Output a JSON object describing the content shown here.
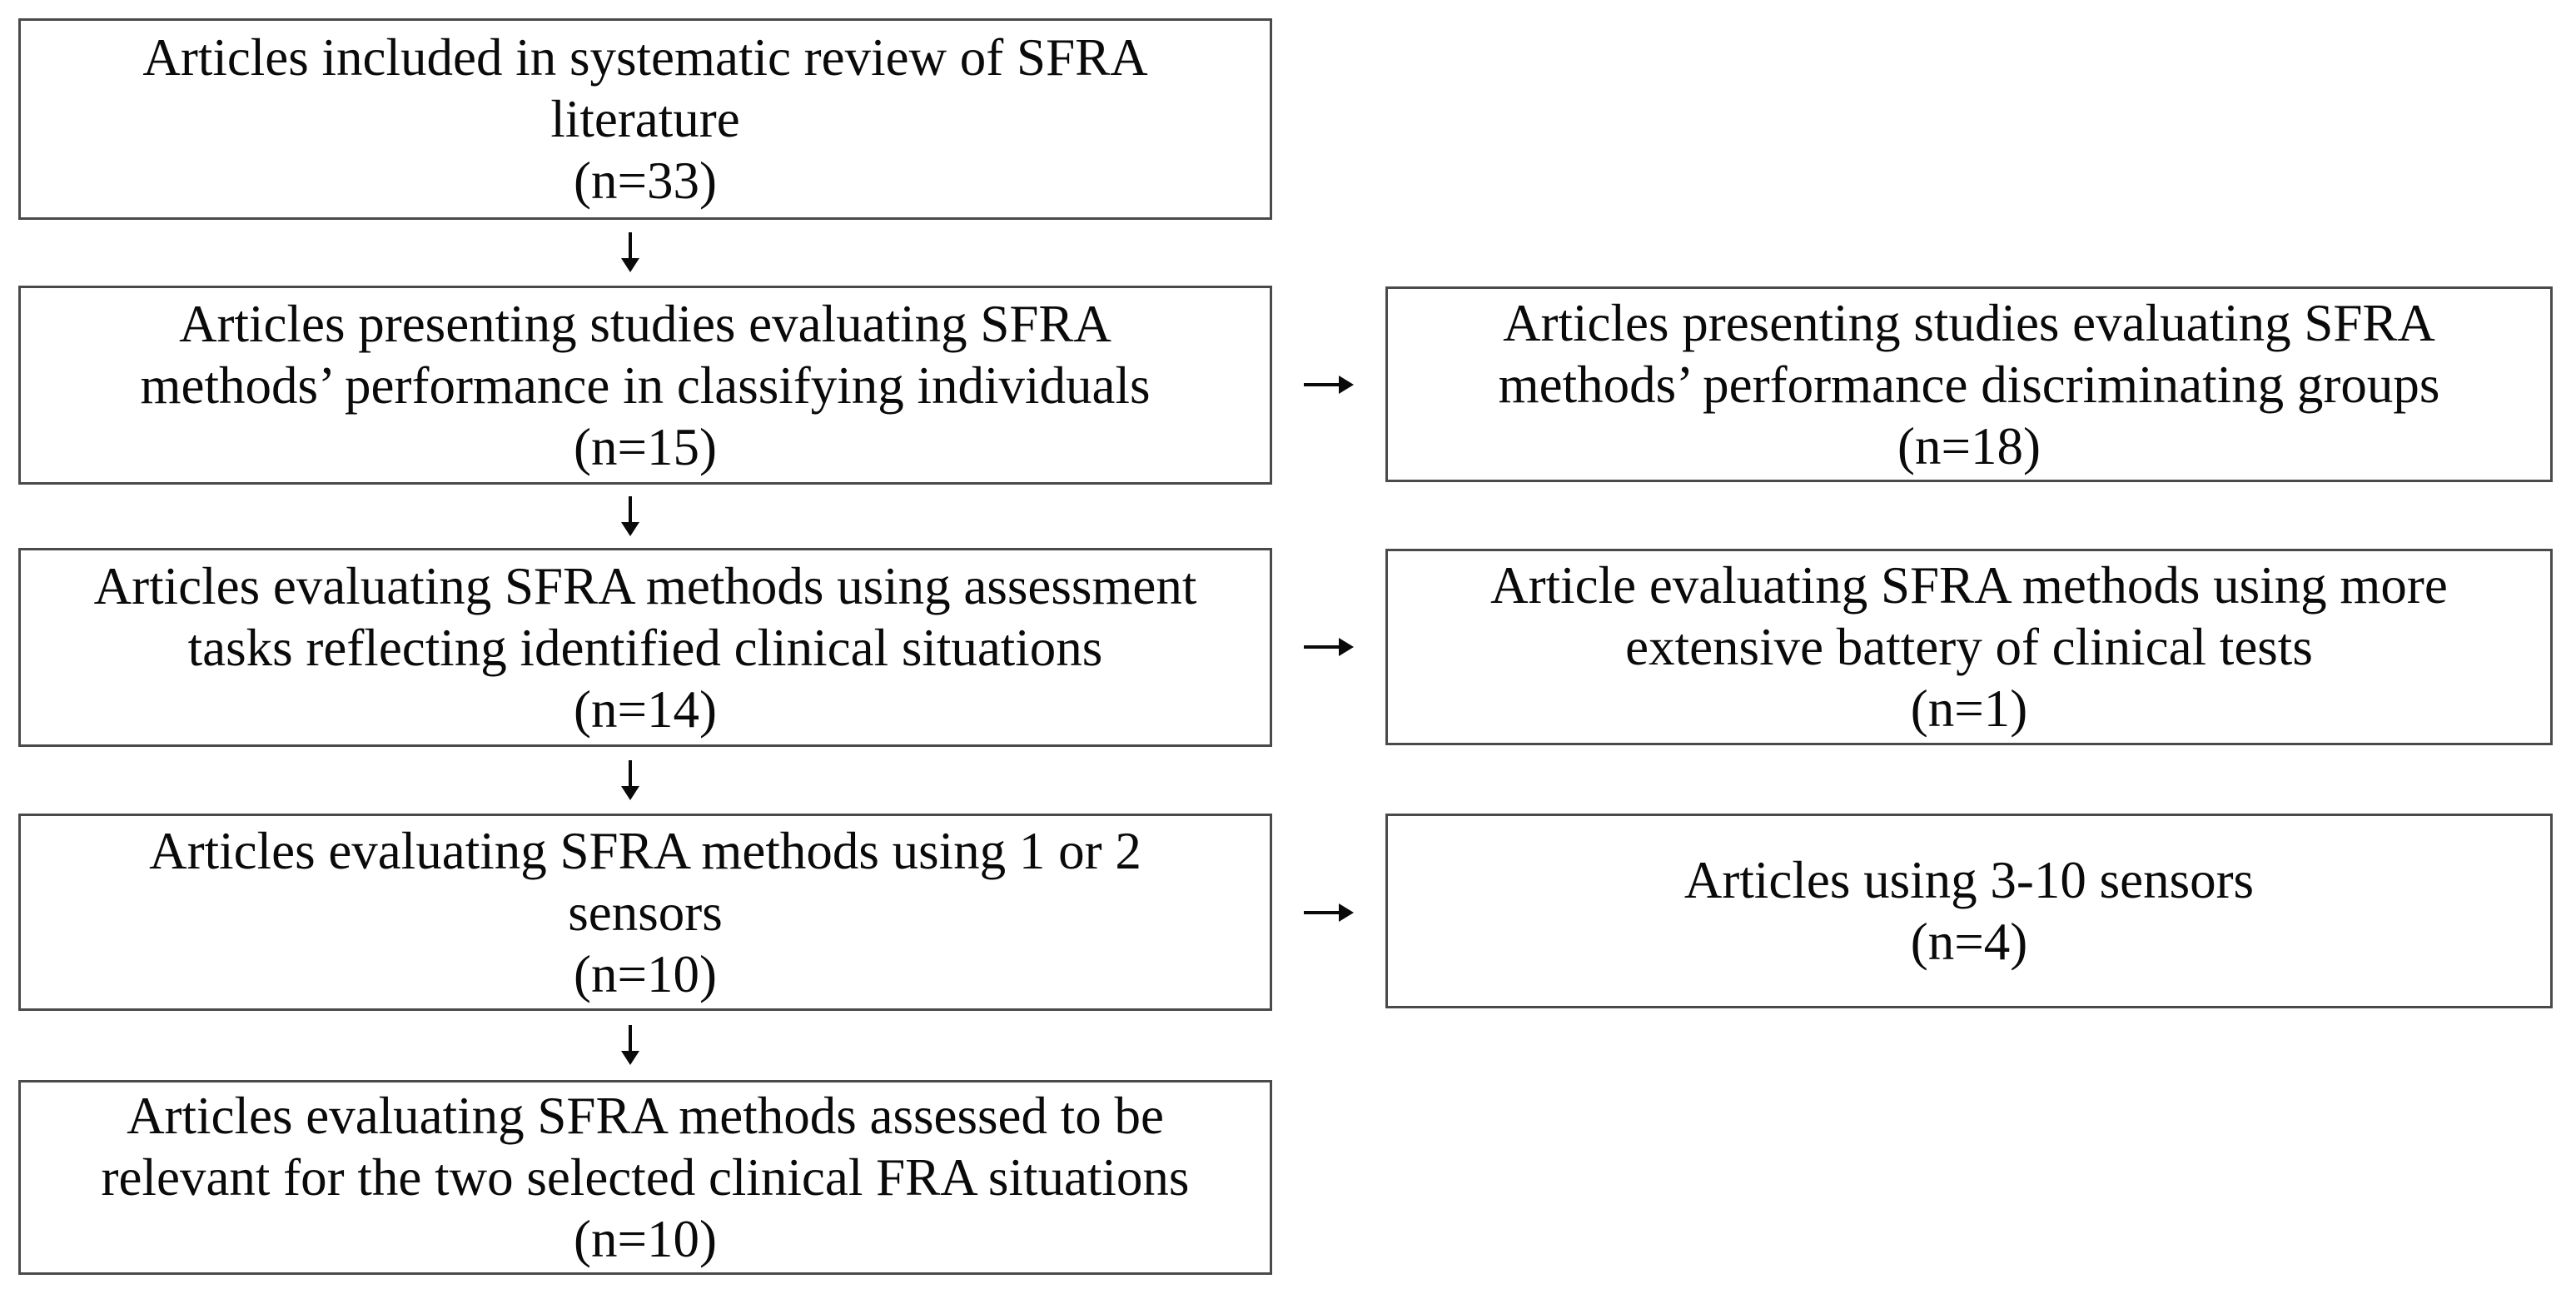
{
  "diagram": {
    "title": "SFRA literature systematic review article selection flowchart",
    "colors": {
      "box_border": "#4a4a4a",
      "text_ink": "#0a0a0a",
      "background": "#ffffff"
    },
    "boxes": {
      "included": {
        "text": "Articles included in systematic review of SFRA\nliterature\n(n=33)",
        "count": 33
      },
      "classifying_individuals": {
        "text": "Articles presenting studies evaluating SFRA\nmethods’ performance in classifying individuals\n(n=15)",
        "count": 15
      },
      "discriminating_groups": {
        "text": "Articles presenting studies evaluating SFRA\nmethods’ performance discriminating groups\n(n=18)",
        "count": 18
      },
      "assessment_tasks": {
        "text": "Articles evaluating SFRA methods using assessment\ntasks reflecting identified clinical situations\n(n=14)",
        "count": 14
      },
      "extensive_battery": {
        "text": "Article evaluating SFRA methods using more\nextensive battery of clinical tests\n(n=1)",
        "count": 1
      },
      "one_or_two_sensors": {
        "text": "Articles evaluating SFRA methods using 1 or 2\nsensors\n(n=10)",
        "count": 10
      },
      "three_to_ten_sensors": {
        "text": "Articles using 3-10 sensors\n(n=4)",
        "count": 4
      },
      "relevant_final": {
        "text": "Articles evaluating SFRA methods assessed to be\nrelevant for the two selected clinical FRA situations\n(n=10)",
        "count": 10
      }
    },
    "connectors": {
      "down_arrows": 4,
      "right_arrows": 3
    }
  }
}
